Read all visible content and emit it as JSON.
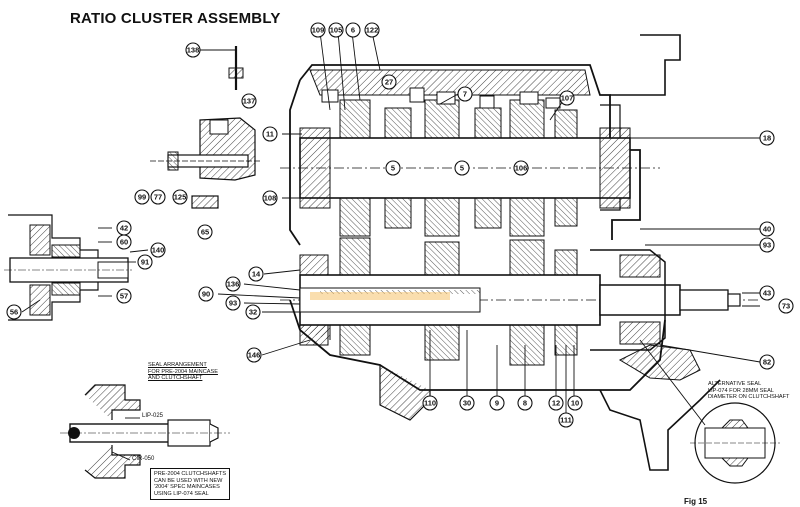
{
  "title": "RATIO CLUSTER ASSEMBLY",
  "figure_ref": "Fig 15",
  "notes": {
    "seal_arrangement": [
      "SEAL ARRANGEMENT",
      "FOR PRE-2004 MAINCASE",
      "AND CLUTCHSHAFT"
    ],
    "alternative_seal": [
      "ALTERNATIVE SEAL",
      "LIP-074 FOR 28MM SEAL",
      "DIAMETER ON CLUTCHSHAFT"
    ],
    "pre2004_box": [
      "PRE-2004 CLUTCHSHAFTS",
      "CAN BE USED WITH NEW",
      "'2004' SPEC MAINCASES",
      "USING LIP-074 SEAL"
    ]
  },
  "seal_labels": {
    "lip": "LIP-025",
    "cir": "CIR-050"
  },
  "callouts": {
    "c138": "138",
    "c137": "137",
    "c99": "99",
    "c77": "77",
    "c125": "125",
    "c65": "65",
    "c109": "109",
    "c105": "105",
    "c6": "6",
    "c122": "122",
    "c27": "27",
    "c7": "7",
    "c107": "107",
    "c11": "11",
    "c5a": "5",
    "c5b": "5",
    "c106": "106",
    "c18": "18",
    "c108": "108",
    "c40": "40",
    "c93a": "93",
    "c42": "42",
    "c60": "60",
    "c140": "140",
    "c91": "91",
    "c57": "57",
    "c56": "56",
    "c14": "14",
    "c136": "136",
    "c90": "90",
    "c93b": "93",
    "c32": "32",
    "c43": "43",
    "c73": "73",
    "c146": "146",
    "c82": "82",
    "c110": "110",
    "c30": "30",
    "c9": "9",
    "c8": "8",
    "c12": "12",
    "c10": "10",
    "c111": "111"
  }
}
